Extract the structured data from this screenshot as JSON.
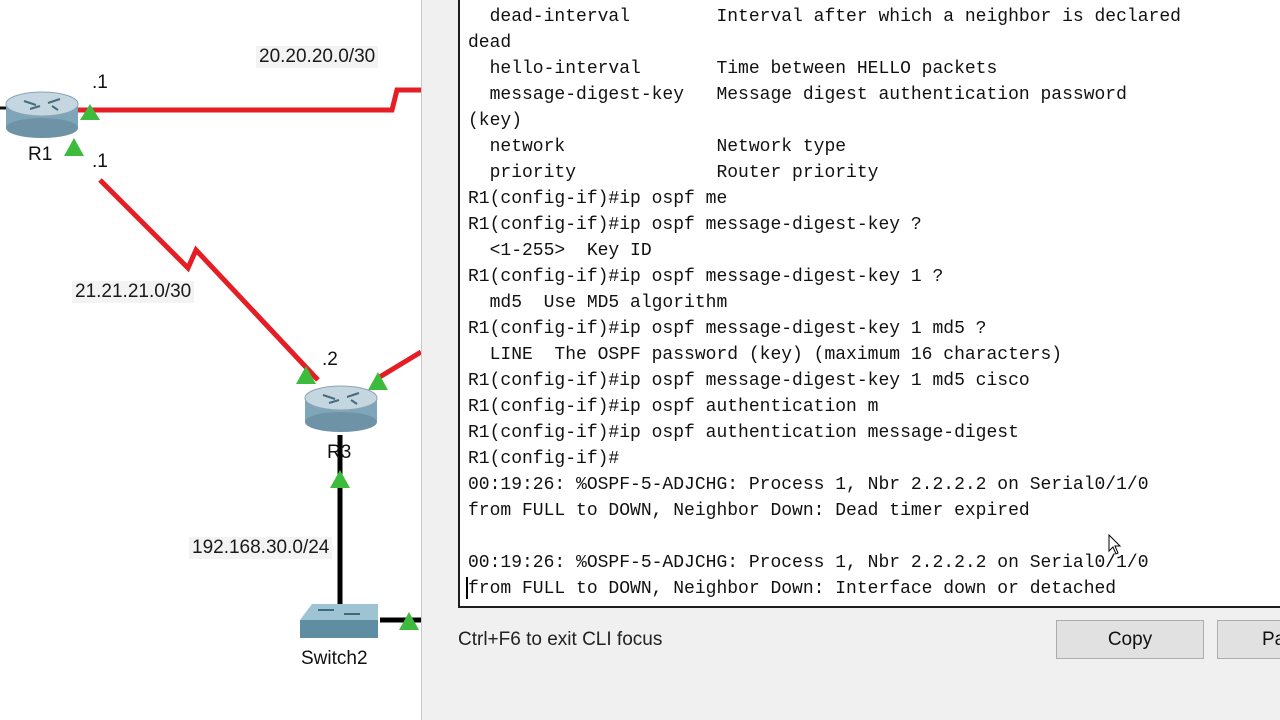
{
  "topology": {
    "networks": [
      "20.20.20.0/30",
      "21.21.21.0/30",
      "192.168.30.0/24"
    ],
    "devices": {
      "r1": "R1",
      "r3": "R3",
      "switch2": "Switch2"
    },
    "interfaces": {
      "r1_top": ".1",
      "r1_bottom": ".1",
      "r3_top": ".2"
    },
    "colors": {
      "link_red": "#e41e24",
      "link_black": "#000000",
      "status_green": "#3dbb3d"
    }
  },
  "cli": {
    "lines": [
      "  dead-interval        Interval after which a neighbor is declared",
      "dead",
      "  hello-interval       Time between HELLO packets",
      "  message-digest-key   Message digest authentication password",
      "(key)",
      "  network              Network type",
      "  priority             Router priority",
      "R1(config-if)#ip ospf me",
      "R1(config-if)#ip ospf message-digest-key ?",
      "  <1-255>  Key ID",
      "R1(config-if)#ip ospf message-digest-key 1 ?",
      "  md5  Use MD5 algorithm",
      "R1(config-if)#ip ospf message-digest-key 1 md5 ?",
      "  LINE  The OSPF password (key) (maximum 16 characters)",
      "R1(config-if)#ip ospf message-digest-key 1 md5 cisco",
      "R1(config-if)#ip ospf authentication m",
      "R1(config-if)#ip ospf authentication message-digest",
      "R1(config-if)#",
      "00:19:26: %OSPF-5-ADJCHG: Process 1, Nbr 2.2.2.2 on Serial0/1/0",
      "from FULL to DOWN, Neighbor Down: Dead timer expired",
      "",
      "00:19:26: %OSPF-5-ADJCHG: Process 1, Nbr 2.2.2.2 on Serial0/1/0",
      "from FULL to DOWN, Neighbor Down: Interface down or detached"
    ],
    "hint": "Ctrl+F6 to exit CLI focus",
    "buttons": {
      "copy": "Copy",
      "paste": "Paste"
    }
  }
}
